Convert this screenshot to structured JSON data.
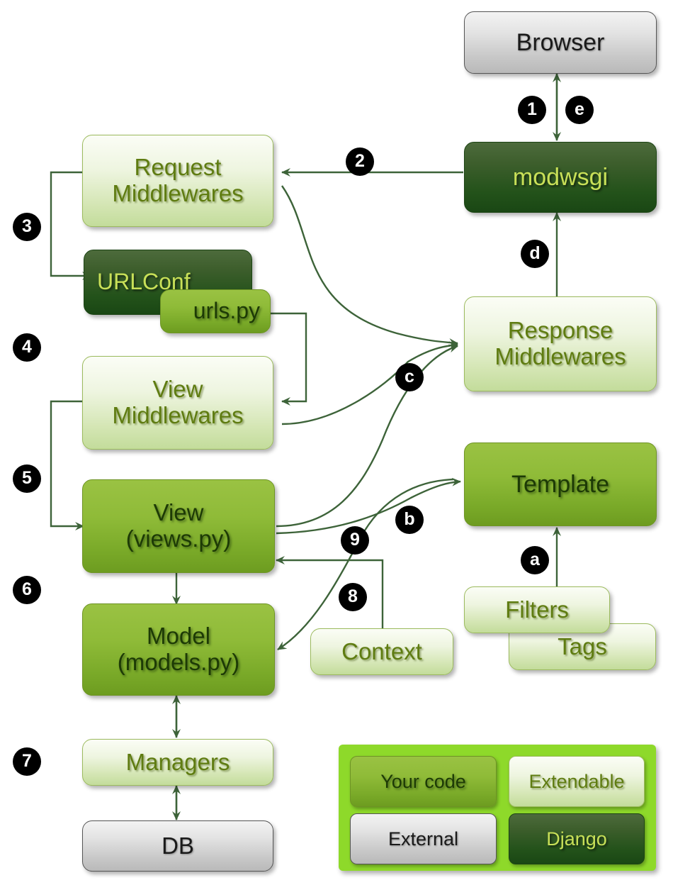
{
  "diagram": {
    "title": "Django request/response flow",
    "colors": {
      "your_code": "#8fbb38",
      "extendable": "#d3e5b2",
      "django": "#23521a",
      "external": "#c9c9c9",
      "legend_background": "#8ed92a",
      "connector": "#3d6339",
      "badge_background": "#000000",
      "badge_text": "#ffffff"
    }
  },
  "nodes": {
    "browser": {
      "label": "Browser",
      "kind": "External"
    },
    "modwsgi": {
      "label": "modwsgi",
      "kind": "Django"
    },
    "request_middlewares": {
      "label": "Request\nMiddlewares",
      "kind": "Extendable"
    },
    "urlconf": {
      "label": "URLConf",
      "kind": "Django"
    },
    "urlspy": {
      "label": "urls.py",
      "kind": "Your code"
    },
    "view_middlewares": {
      "label": "View\nMiddlewares",
      "kind": "Extendable"
    },
    "view": {
      "label": "View\n(views.py)",
      "kind": "Your code"
    },
    "model": {
      "label": "Model\n(models.py)",
      "kind": "Your code"
    },
    "managers": {
      "label": "Managers",
      "kind": "Extendable"
    },
    "db": {
      "label": "DB",
      "kind": "External"
    },
    "response_middlewares": {
      "label": "Response\nMiddlewares",
      "kind": "Extendable"
    },
    "template": {
      "label": "Template",
      "kind": "Your code"
    },
    "filters": {
      "label": "Filters",
      "kind": "Extendable"
    },
    "tags": {
      "label": "Tags",
      "kind": "Extendable"
    },
    "context": {
      "label": "Context",
      "kind": "Extendable"
    }
  },
  "steps": [
    {
      "id": "1",
      "label": "1"
    },
    {
      "id": "2",
      "label": "2"
    },
    {
      "id": "3",
      "label": "3"
    },
    {
      "id": "4",
      "label": "4"
    },
    {
      "id": "5",
      "label": "5"
    },
    {
      "id": "6",
      "label": "6"
    },
    {
      "id": "7",
      "label": "7"
    },
    {
      "id": "8",
      "label": "8"
    },
    {
      "id": "9",
      "label": "9"
    },
    {
      "id": "a",
      "label": "a"
    },
    {
      "id": "b",
      "label": "b"
    },
    {
      "id": "c",
      "label": "c"
    },
    {
      "id": "d",
      "label": "d"
    },
    {
      "id": "e",
      "label": "e"
    }
  ],
  "legend": {
    "your_code": "Your code",
    "extendable": "Extendable",
    "external": "External",
    "django": "Django"
  }
}
